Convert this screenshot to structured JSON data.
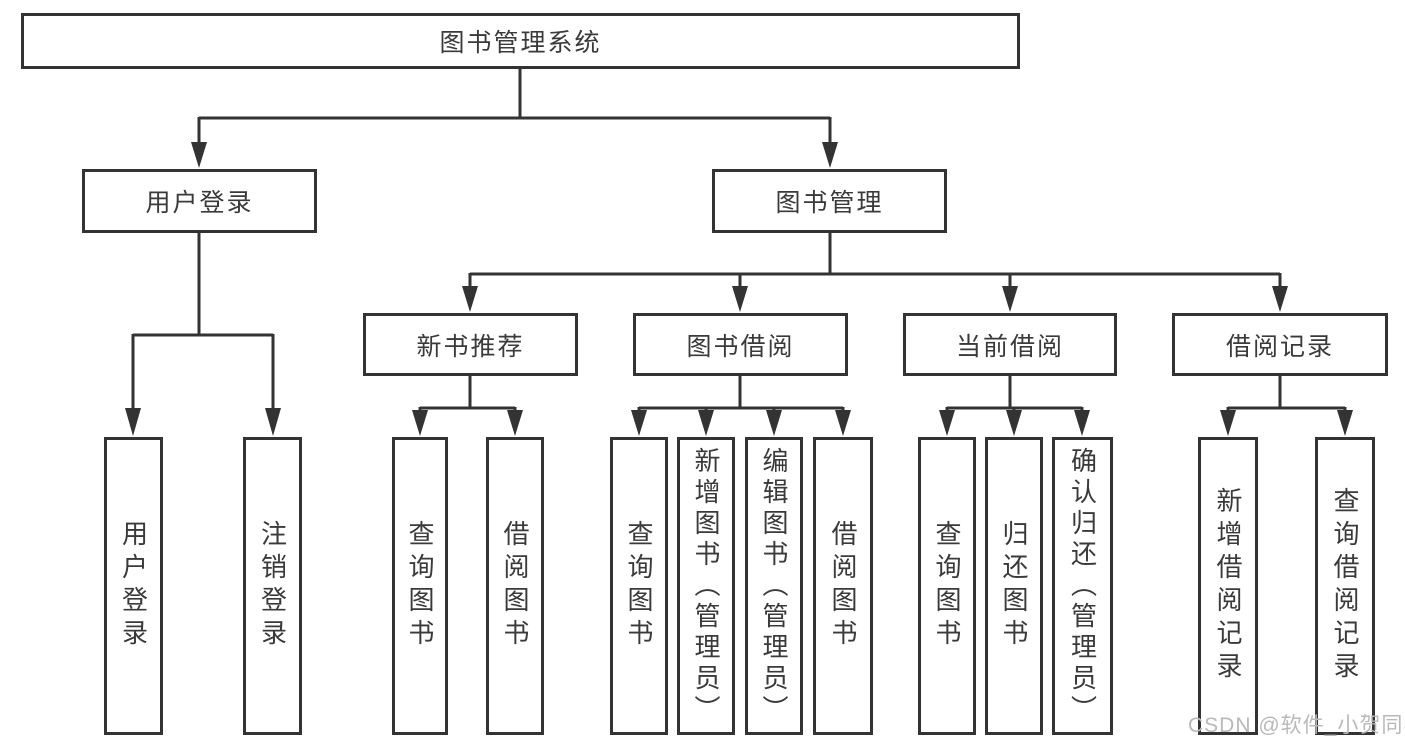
{
  "tree": {
    "root": {
      "label": "图书管理系统"
    },
    "branches": [
      {
        "label": "用户登录",
        "leaves": [
          {
            "label": "用户登录"
          },
          {
            "label": "注销登录"
          }
        ]
      },
      {
        "label": "图书管理",
        "children": [
          {
            "label": "新书推荐",
            "leaves": [
              {
                "label": "查询图书"
              },
              {
                "label": "借阅图书"
              }
            ]
          },
          {
            "label": "图书借阅",
            "leaves": [
              {
                "label": "查询图书"
              },
              {
                "label": "新增图书（管理员）"
              },
              {
                "label": "编辑图书（管理员）"
              },
              {
                "label": "借阅图书"
              }
            ]
          },
          {
            "label": "当前借阅",
            "leaves": [
              {
                "label": "查询图书"
              },
              {
                "label": "归还图书"
              },
              {
                "label": "确认归还（管理员）"
              }
            ]
          },
          {
            "label": "借阅记录",
            "leaves": [
              {
                "label": "新增借阅记录"
              },
              {
                "label": "查询借阅记录"
              }
            ]
          }
        ]
      }
    ]
  },
  "watermark": {
    "text": "CSDN @软件_小贺同学"
  },
  "colors": {
    "line": "#333333",
    "text": "#3a3a3a",
    "background": "#ffffff",
    "watermark": "#b9b9b9"
  }
}
